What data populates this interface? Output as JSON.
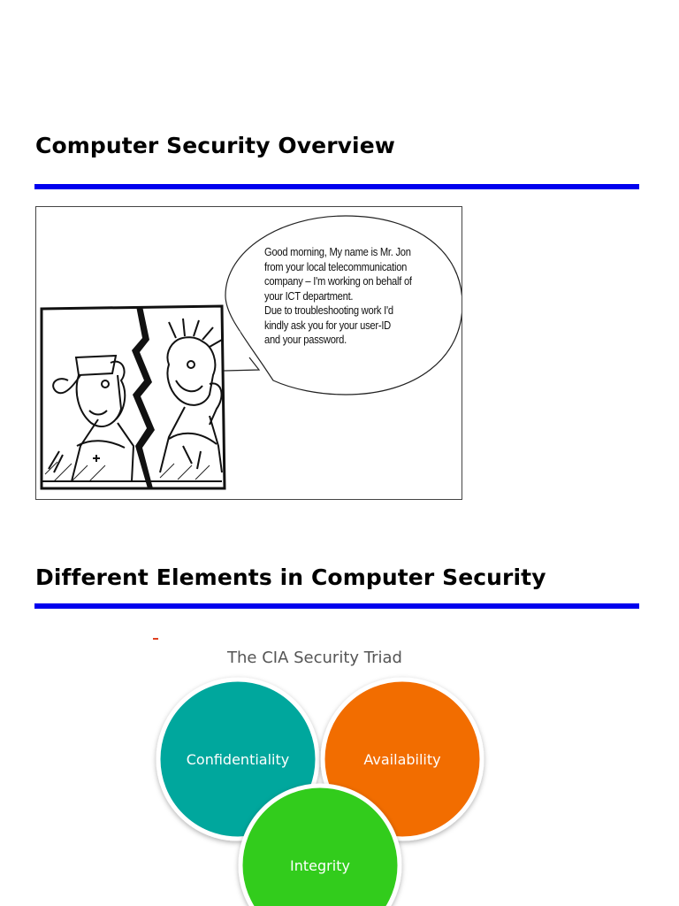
{
  "sections": {
    "overview_title": "Computer Security Overview",
    "elements_title": "Different Elements in Computer Security"
  },
  "cartoon": {
    "speech_lines": [
      "Good morning, My name is Mr. Jon",
      "from your local telecommunication",
      "company – I'm working on behalf of",
      "your ICT department.",
      "Due to troubleshooting work I'd",
      "kindly ask you for your user-ID",
      "and your password."
    ]
  },
  "triad": {
    "title": "The CIA Security Triad",
    "confidentiality": "Confidentiality",
    "availability": "Availability",
    "integrity": "Integrity"
  },
  "colors": {
    "rule": "#0000ee",
    "confidentiality": "#00a79d",
    "availability": "#f26d00",
    "integrity": "#33cc1a"
  }
}
